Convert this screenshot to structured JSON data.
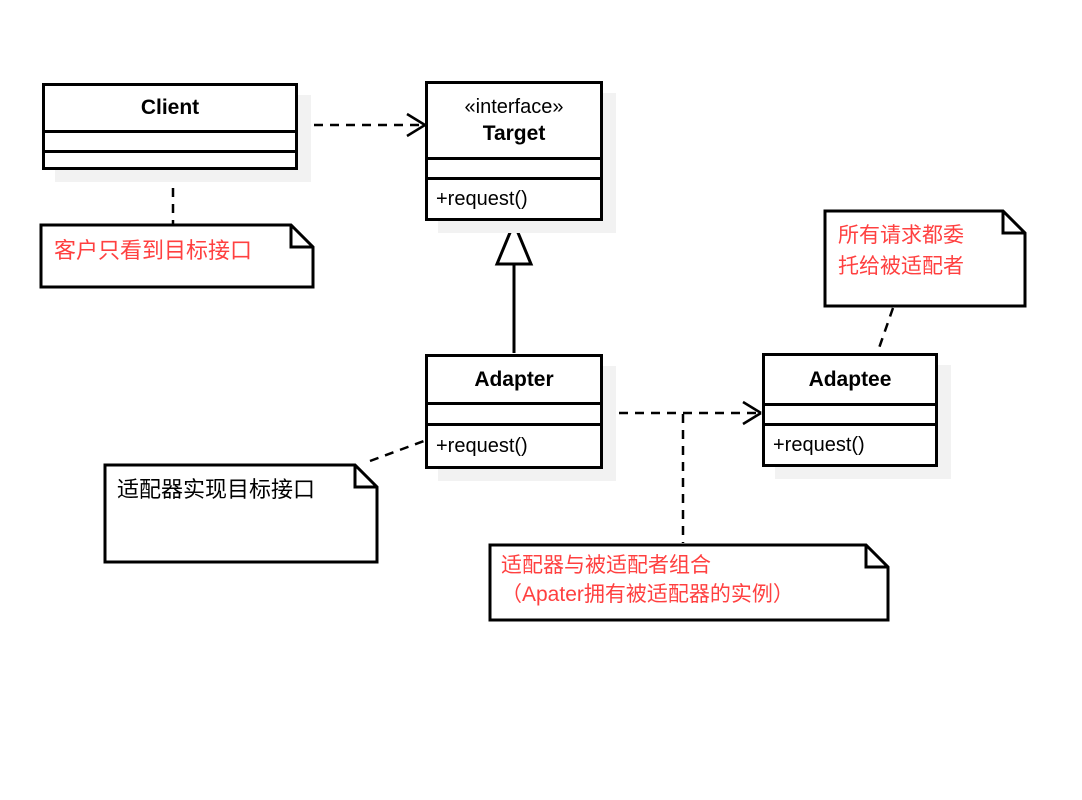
{
  "diagram": {
    "classes": {
      "client": {
        "name": "Client"
      },
      "target": {
        "stereotype": "«interface»",
        "name": "Target",
        "method": "+request()"
      },
      "adapter": {
        "name": "Adapter",
        "method": "+request()"
      },
      "adaptee": {
        "name": "Adaptee",
        "method": "+request()"
      }
    },
    "notes": {
      "client_note": {
        "lines": [
          "客户只看到目标接口"
        ],
        "text_color": "#ff4040"
      },
      "adaptee_note": {
        "lines": [
          "所有请求都委",
          "托给被适配者"
        ],
        "text_color": "#ff4040"
      },
      "adapter_note": {
        "lines": [
          "适配器实现目标接口"
        ],
        "text_color": "#000000"
      },
      "composition_note": {
        "lines": [
          "适配器与被适配者组合",
          "（Apater拥有被适配器的实例）"
        ],
        "text_color": "#ff4040"
      }
    },
    "relationships": [
      {
        "from": "Client",
        "to": "Target",
        "type": "dependency",
        "style": "dashed-open-arrow"
      },
      {
        "from": "Adapter",
        "to": "Target",
        "type": "generalization",
        "style": "solid-hollow-triangle"
      },
      {
        "from": "Adapter",
        "to": "Adaptee",
        "type": "dependency",
        "style": "dashed-open-arrow"
      }
    ],
    "colors": {
      "note_red": "#ff4040",
      "stroke": "#000000",
      "box_shadow": "#f2f2f2",
      "background": "#ffffff"
    }
  }
}
